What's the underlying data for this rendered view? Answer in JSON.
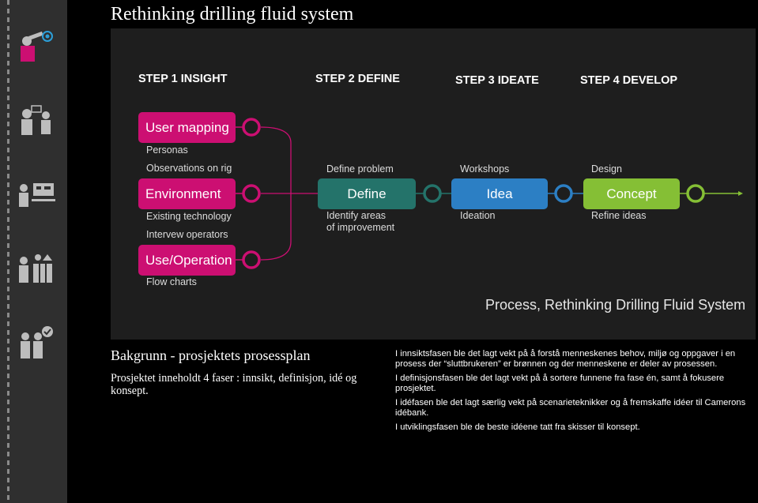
{
  "page": {
    "title": "Rethinking drilling fluid system"
  },
  "sidebar": {
    "icons": [
      "telescope-person-icon",
      "people-discussion-icon",
      "presentation-icon",
      "user-shapes-icon",
      "approved-people-icon"
    ]
  },
  "diagram": {
    "steps": [
      "STEP 1  INSIGHT",
      "STEP 2 DEFINE",
      "STEP 3 IDEATE",
      "STEP 4 DEVELOP"
    ],
    "insight": {
      "user_mapping": {
        "label": "User mapping",
        "sub": [
          "Personas",
          "Observations on rig"
        ]
      },
      "environment": {
        "label": "Environment",
        "sub": [
          "Existing technology",
          "Intervew operators"
        ]
      },
      "use_operation": {
        "label": "Use/Operation",
        "sub": [
          "Flow charts"
        ]
      }
    },
    "define": {
      "above": "Define problem",
      "label": "Define",
      "below": [
        "Identify areas",
        "of improvement"
      ]
    },
    "ideate": {
      "above": "Workshops",
      "label": "Idea",
      "below": [
        "Ideation"
      ]
    },
    "develop": {
      "above": "Design",
      "label": "Concept",
      "below": [
        "Refine ideas"
      ]
    },
    "caption": "Process, Rethinking Drilling Fluid System",
    "colors": {
      "pink": "#cc0f72",
      "teal": "#24736a",
      "blue": "#2c7fc4",
      "green": "#85bf35"
    }
  },
  "background": {
    "heading": "Bakgrunn - prosjektets prosessplan",
    "text": "Prosjektet  inneholdt 4 faser : innsikt, definisjon, idé og konsept."
  },
  "description": {
    "paragraphs": [
      "I innsiktsfasen ble det lagt vekt på å forstå menneskenes behov, miljø og oppgaver i en prosess der “sluttbrukeren” er brønnen og der menneskene er deler av prosessen.",
      "I definisjonsfasen ble det lagt vekt på å sortere funnene fra fase én, samt å fokusere prosjektet.",
      "I idéfasen ble det lagt særlig vekt på scenarieteknikker og å fremskaffe idéer til Camerons idébank.",
      "I utviklingsfasen ble de beste idéene tatt fra skisser til konsept."
    ]
  }
}
